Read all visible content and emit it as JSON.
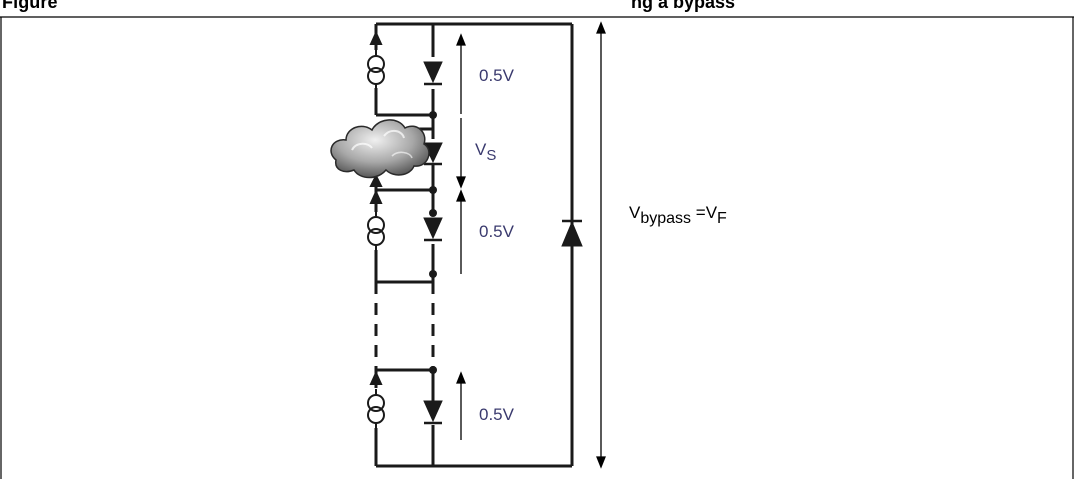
{
  "title_fragment": "Figure",
  "title_fragment_right": "ng a bypass",
  "colors": {
    "wire": "#1a1a1a",
    "label": "#3a3a6e",
    "vf_label": "#000000",
    "cloud_dark": "#6f6f6f",
    "cloud_light": "#e6e6e6"
  },
  "labels": {
    "v_top": "0.5V",
    "v_shaded": "Vs",
    "v_shaded_main": "V",
    "v_shaded_sub": "S",
    "v_mid": "0.5V",
    "v_bottom": "0.5V",
    "v_bypass_main": "V",
    "v_bypass_sub": "bypass",
    "v_bypass_eq": " =V",
    "v_bypass_sub2": "F"
  }
}
